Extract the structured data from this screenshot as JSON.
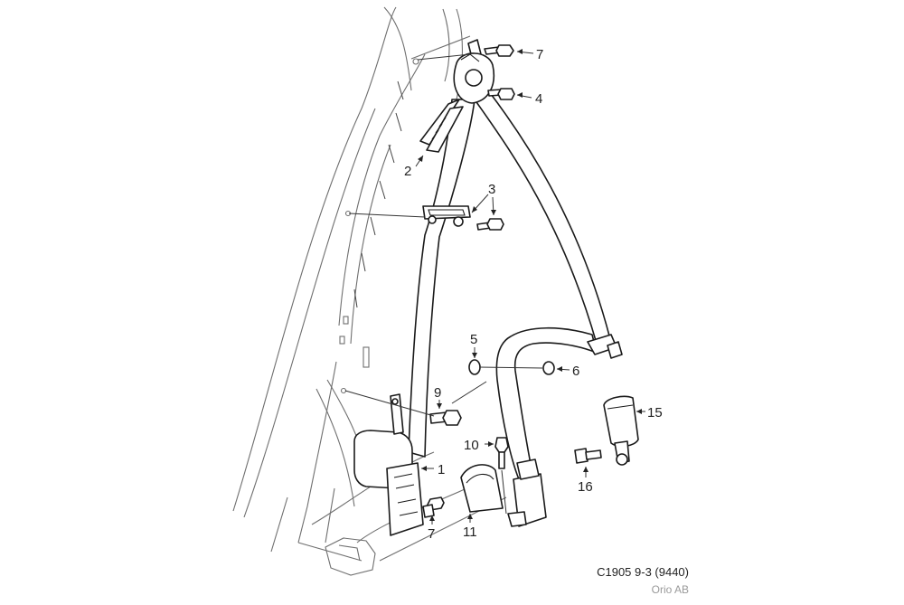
{
  "diagram": {
    "callouts": [
      {
        "id": "c7a",
        "label": "7"
      },
      {
        "id": "c4",
        "label": "4"
      },
      {
        "id": "c2",
        "label": "2"
      },
      {
        "id": "c3",
        "label": "3"
      },
      {
        "id": "c5",
        "label": "5"
      },
      {
        "id": "c6",
        "label": "6"
      },
      {
        "id": "c9",
        "label": "9"
      },
      {
        "id": "c15",
        "label": "15"
      },
      {
        "id": "c10",
        "label": "10"
      },
      {
        "id": "c1",
        "label": "1"
      },
      {
        "id": "c16",
        "label": "16"
      },
      {
        "id": "c11",
        "label": "11"
      },
      {
        "id": "c7b",
        "label": "7"
      }
    ],
    "caption": "C1905 9-3 (9440)",
    "copyright": "Orio AB"
  },
  "colors": {
    "line": "#1a1a1a",
    "body_outline": "#6f6f6f",
    "background": "#ffffff"
  }
}
